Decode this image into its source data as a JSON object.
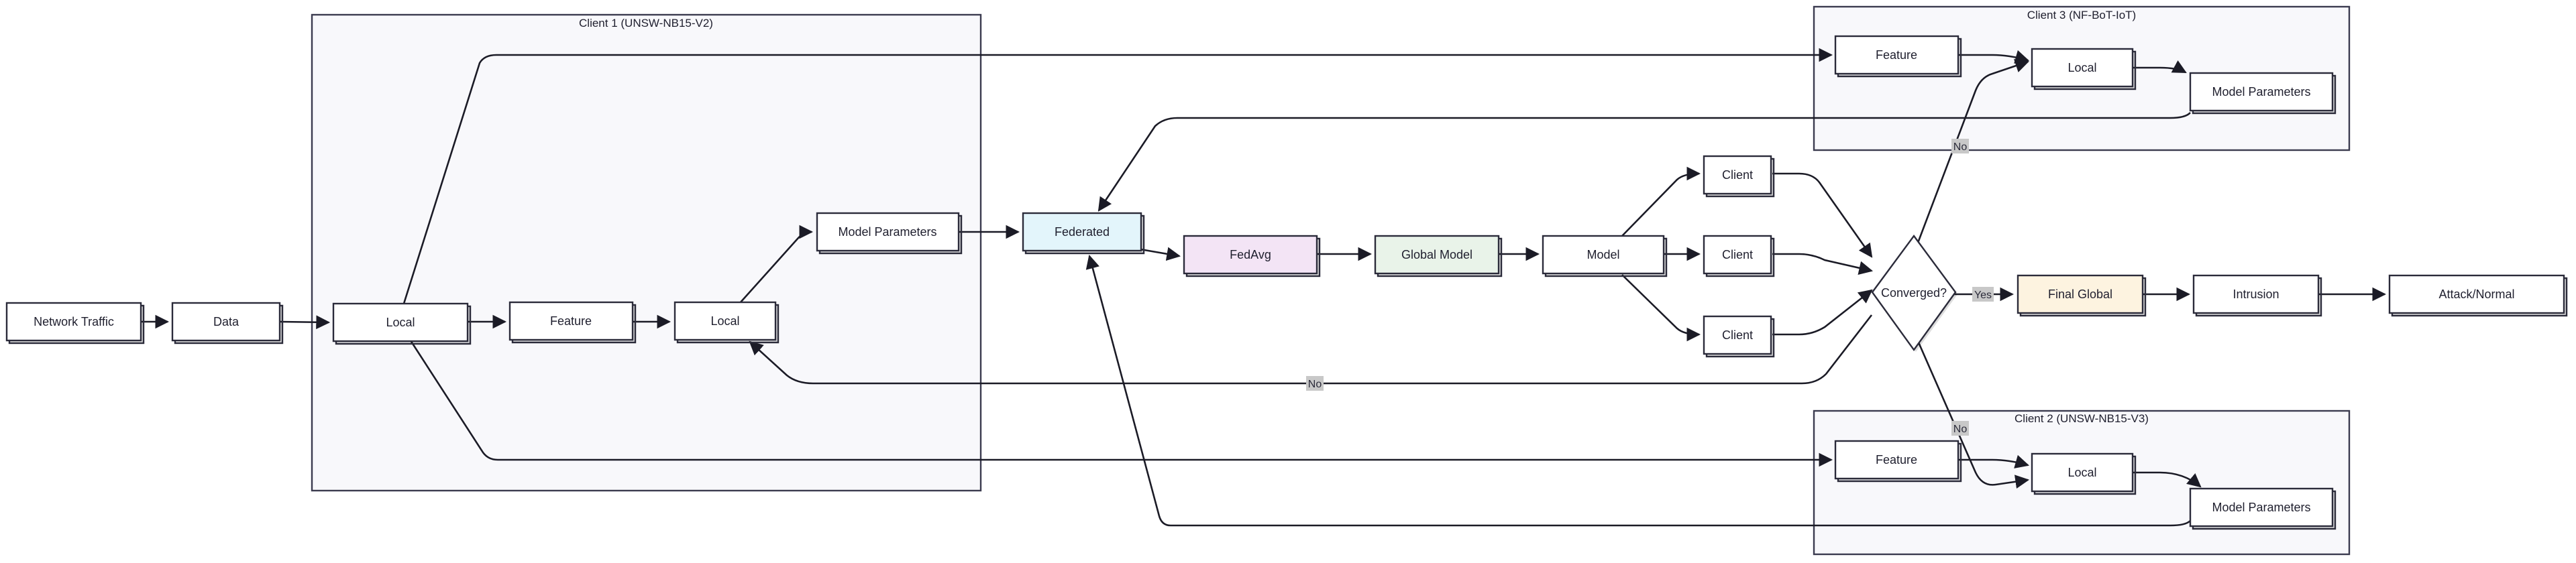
{
  "clusters": {
    "client1": {
      "label": "Client 1 (UNSW-NB15-V2)"
    },
    "client3": {
      "label": "Client 3 (NF-BoT-IoT)"
    },
    "client2": {
      "label": "Client 2 (UNSW-NB15-V3)"
    }
  },
  "nodes": {
    "network_traffic": {
      "label": "Network Traffic"
    },
    "data": {
      "label": "Data"
    },
    "local_c1": {
      "label": "Local"
    },
    "feature_c1": {
      "label": "Feature"
    },
    "local_train_c1": {
      "label": "Local"
    },
    "model_params_c1": {
      "label": "Model Parameters"
    },
    "federated": {
      "label": "Federated"
    },
    "fedavg": {
      "label": "FedAvg"
    },
    "global_model": {
      "label": "Global Model"
    },
    "model": {
      "label": "Model"
    },
    "client_top": {
      "label": "Client"
    },
    "client_mid": {
      "label": "Client"
    },
    "client_bot": {
      "label": "Client"
    },
    "converged": {
      "label": "Converged?"
    },
    "final_global": {
      "label": "Final Global"
    },
    "intrusion": {
      "label": "Intrusion"
    },
    "attack_normal": {
      "label": "Attack/Normal"
    },
    "feature_c3": {
      "label": "Feature"
    },
    "local_c3": {
      "label": "Local"
    },
    "model_params_c3": {
      "label": "Model Parameters"
    },
    "feature_c2": {
      "label": "Feature"
    },
    "local_c2": {
      "label": "Local"
    },
    "model_params_c2": {
      "label": "Model Parameters"
    }
  },
  "edge_labels": {
    "yes": "Yes",
    "no_top": "No",
    "no_bottom": "No",
    "no_back": "No"
  },
  "colors": {
    "federated_fill": "#e3f5fb",
    "fedavg_fill": "#f3e4f5",
    "global_model_fill": "#e9f3e9",
    "final_global_fill": "#fdf3e0",
    "default_fill": "#ffffff",
    "cluster_fill": "#f8f8fb"
  }
}
